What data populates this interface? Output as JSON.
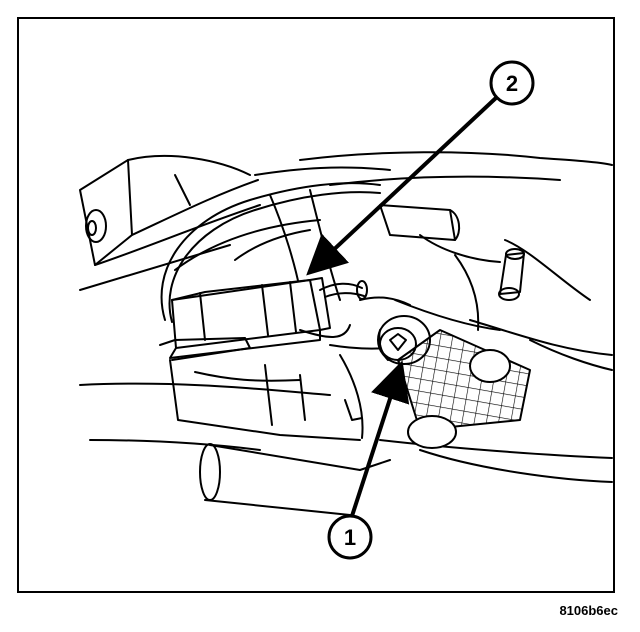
{
  "callouts": [
    {
      "number": "1"
    },
    {
      "number": "2"
    }
  ],
  "figure_code": "8106b6ec",
  "colors": {
    "ink": "#000000",
    "paper": "#ffffff"
  }
}
